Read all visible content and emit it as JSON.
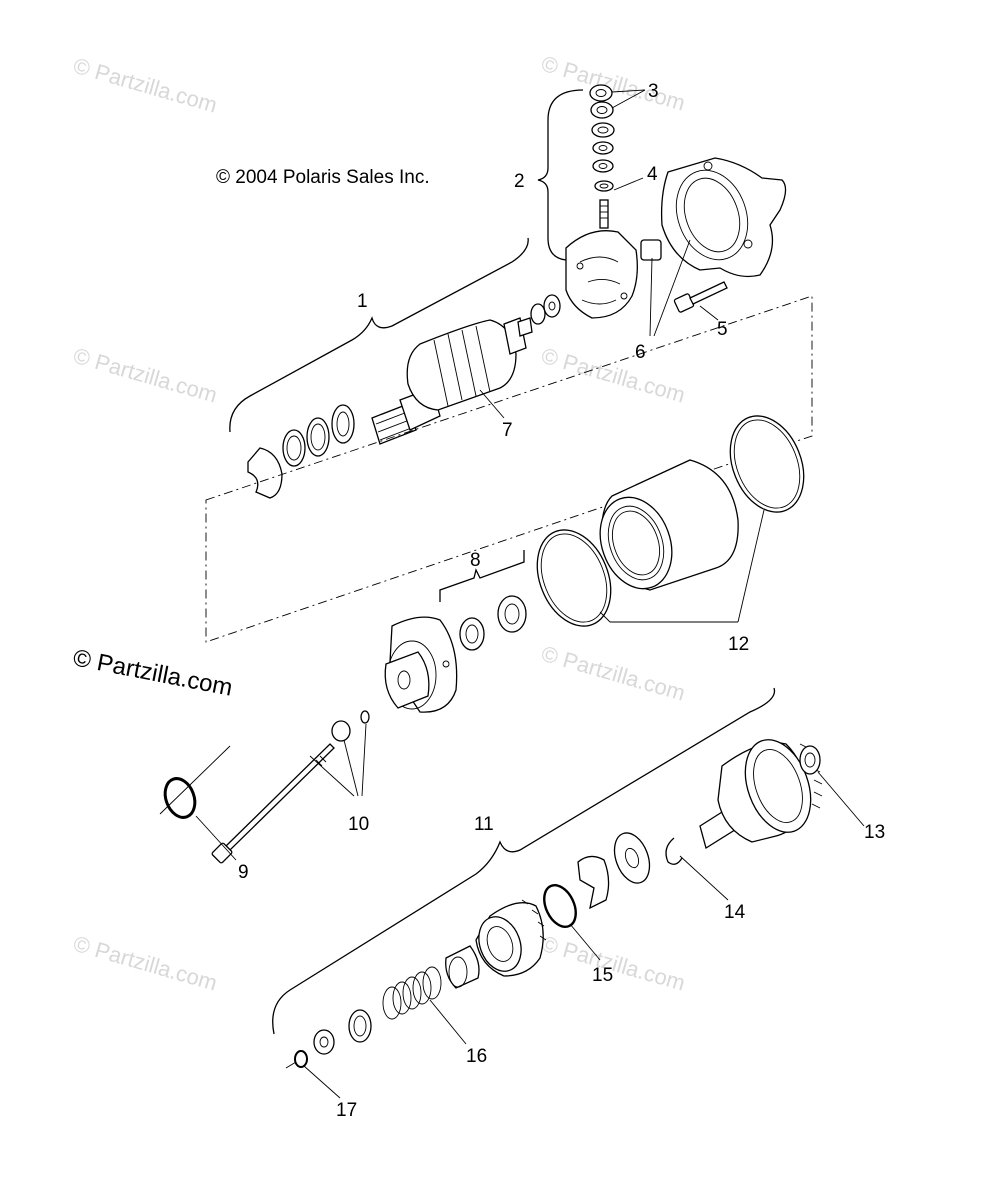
{
  "copyright": "© 2004 Polaris Sales Inc.",
  "brand_watermark": "© Partzilla.com",
  "watermarks": [
    "© Partzilla.com",
    "© Partzilla.com",
    "© Partzilla.com",
    "© Partzilla.com",
    "© Partzilla.com",
    "© Partzilla.com",
    "© Partzilla.com"
  ],
  "callouts": [
    "1",
    "2",
    "3",
    "4",
    "5",
    "6",
    "7",
    "8",
    "9",
    "10",
    "11",
    "12",
    "13",
    "14",
    "15",
    "16",
    "17"
  ]
}
